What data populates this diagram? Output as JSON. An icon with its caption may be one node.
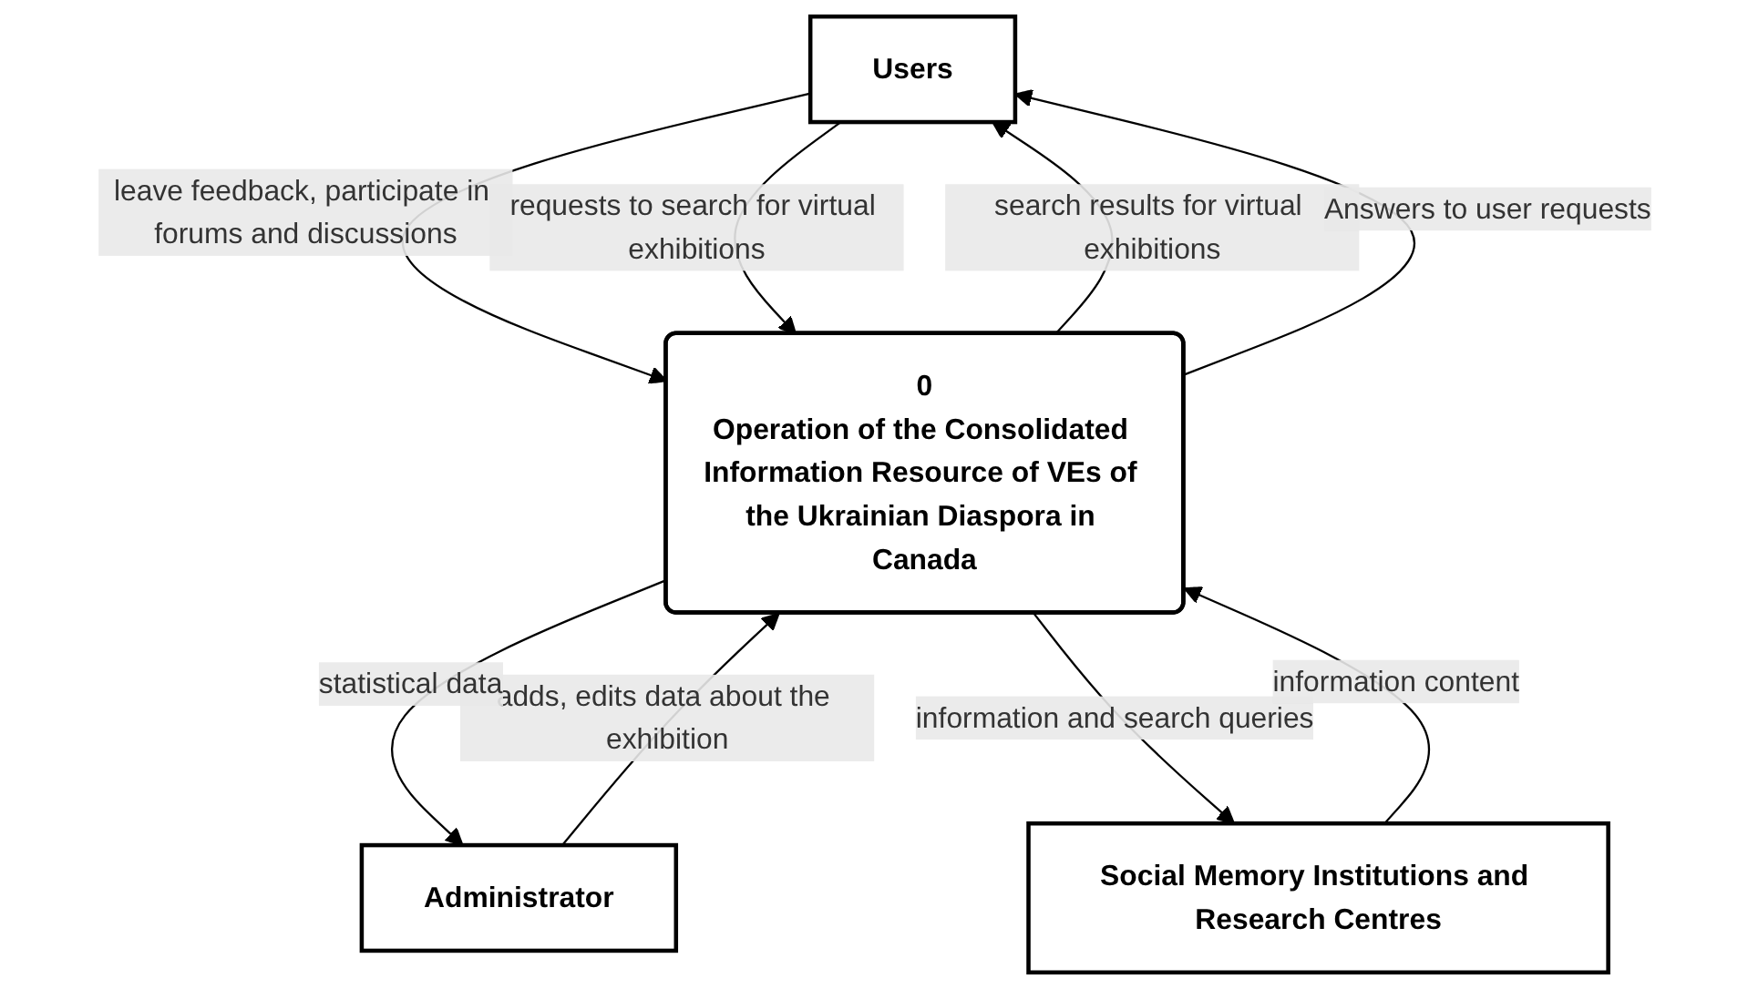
{
  "diagram": {
    "nodes": [
      {
        "text": [
          "Users"
        ]
      },
      {
        "text": [
          "Administrator"
        ]
      },
      {
        "text": [
          "0",
          "Operation of the Consolidated Information Resource of VEs of the Ukrainian Diaspora in Canada"
        ]
      },
      {
        "text": [
          "Social Memory Institutions and Research Centres"
        ]
      }
    ],
    "edges": [
      {
        "from": 0,
        "to": 2,
        "arrow": "to",
        "label": "leave feedback, participate in forums and discussions"
      },
      {
        "from": 0,
        "to": 2,
        "arrow": "to",
        "label": "requests to search for virtual exhibitions"
      },
      {
        "from": 1,
        "to": 2,
        "arrow": "to",
        "label": "adds, edits data about the exhibition"
      },
      {
        "from": 2,
        "to": 1,
        "arrow": "to",
        "label": "statistical data"
      },
      {
        "from": 2,
        "to": 3,
        "arrow": "to",
        "label": "information and search queries"
      },
      {
        "from": 2,
        "to": 0,
        "arrow": "to",
        "label": "search results for virtual exhibitions"
      },
      {
        "from": 3,
        "to": 2,
        "arrow": "to",
        "label": "information content"
      },
      {
        "from": 2,
        "to": 0,
        "arrow": "to",
        "label": "Answers to user requests"
      }
    ]
  }
}
